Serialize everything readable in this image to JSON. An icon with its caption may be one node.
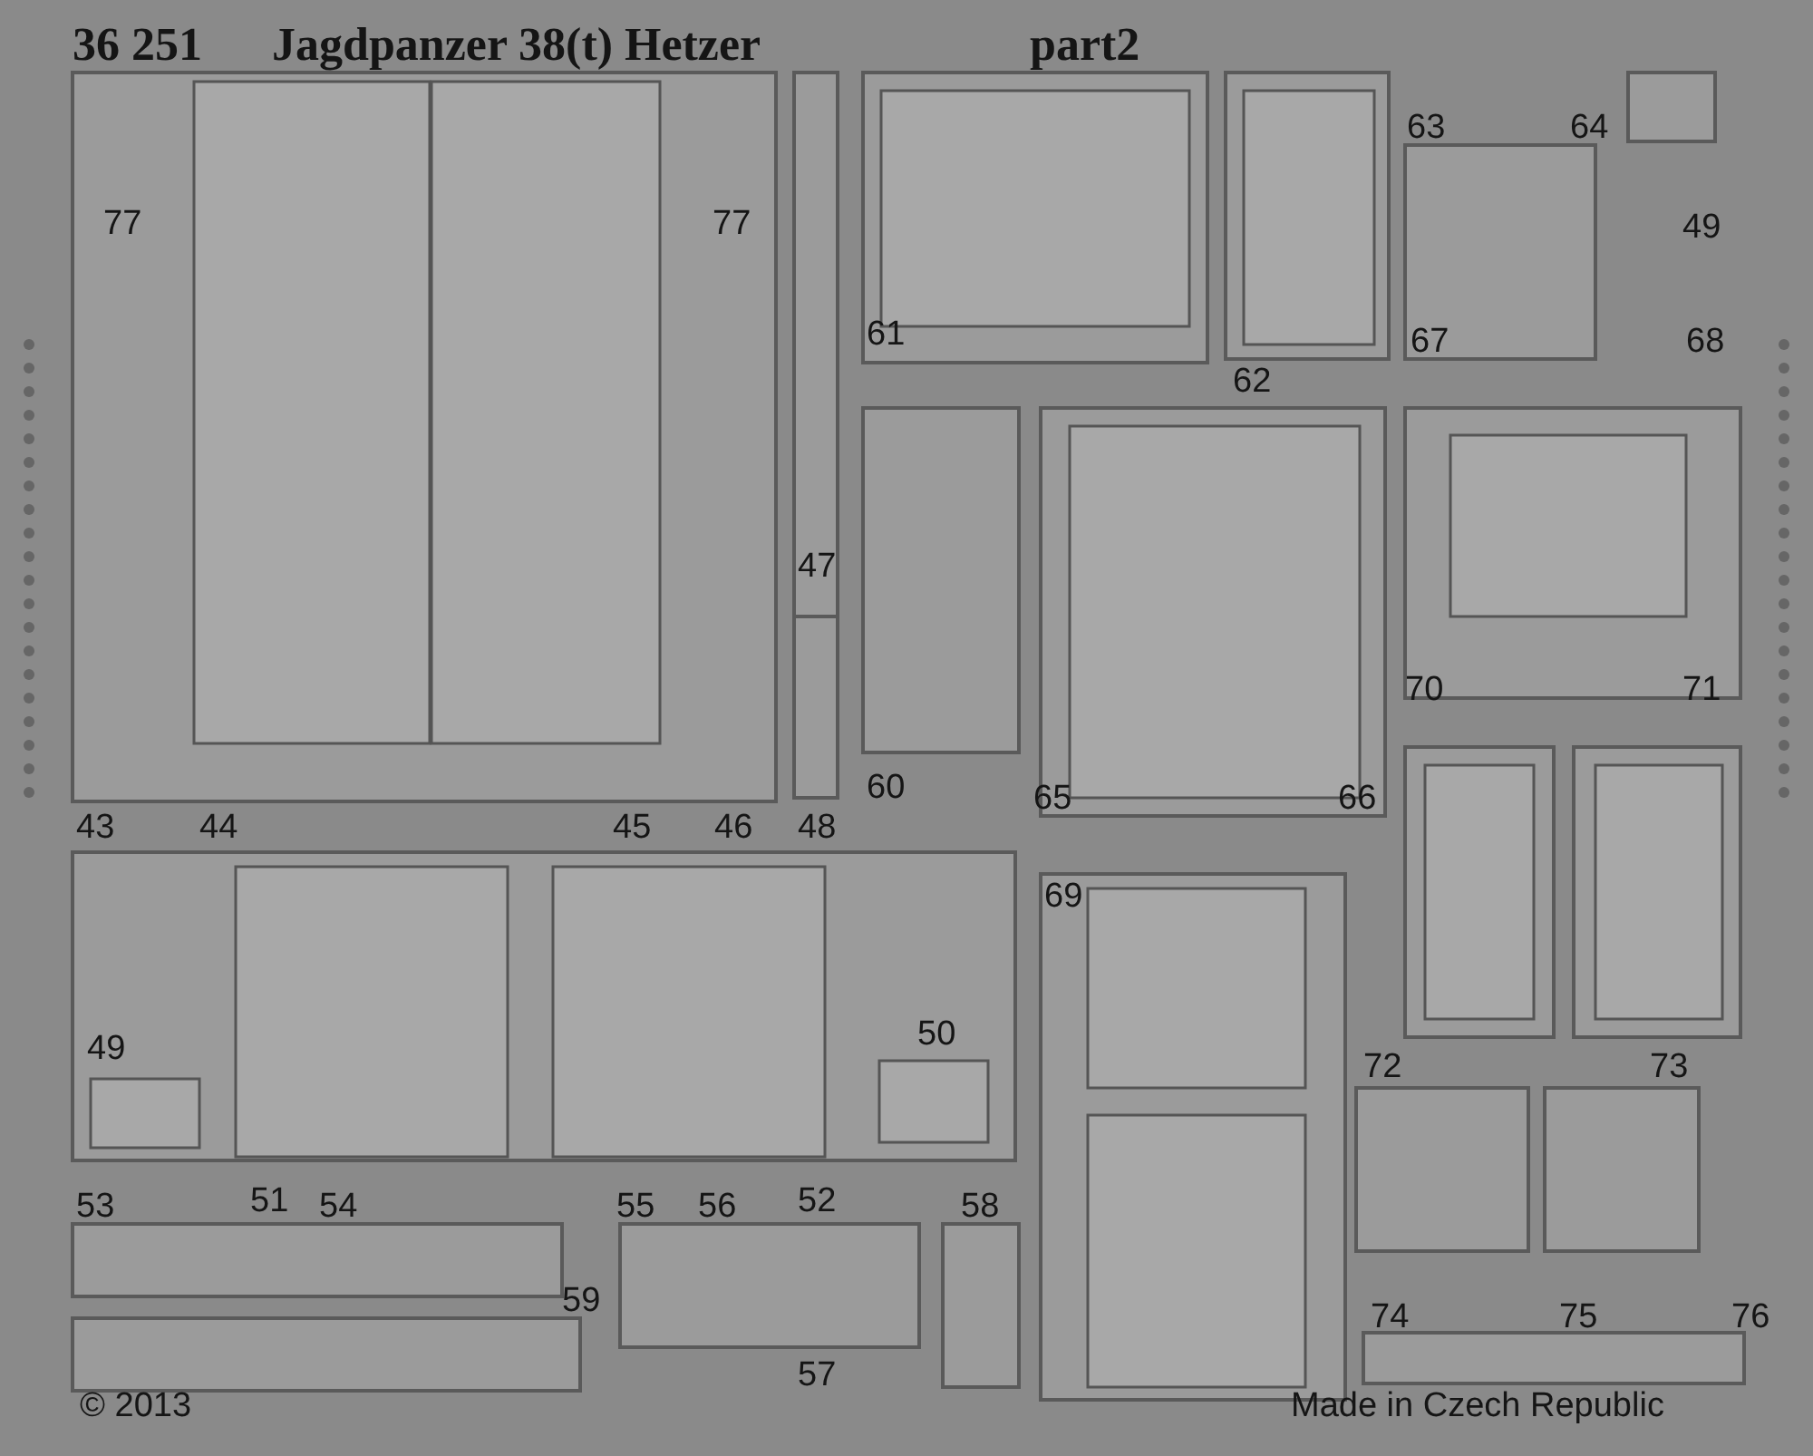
{
  "diagram": {
    "labels": [
      "36 251",
      "Jagdpanzer 38(t) Hetzer",
      "part2",
      "63",
      "64",
      "77",
      "77",
      "49",
      "61",
      "62",
      "67",
      "68",
      "47",
      "60",
      "70",
      "71",
      "65",
      "66",
      "43",
      "44",
      "45",
      "46",
      "48",
      "69",
      "50",
      "49",
      "72",
      "73",
      "53",
      "51",
      "54",
      "55",
      "56",
      "52",
      "58",
      "59",
      "74",
      "75",
      "76",
      "57",
      "© 2013",
      "Made in Czech Republic"
    ]
  }
}
